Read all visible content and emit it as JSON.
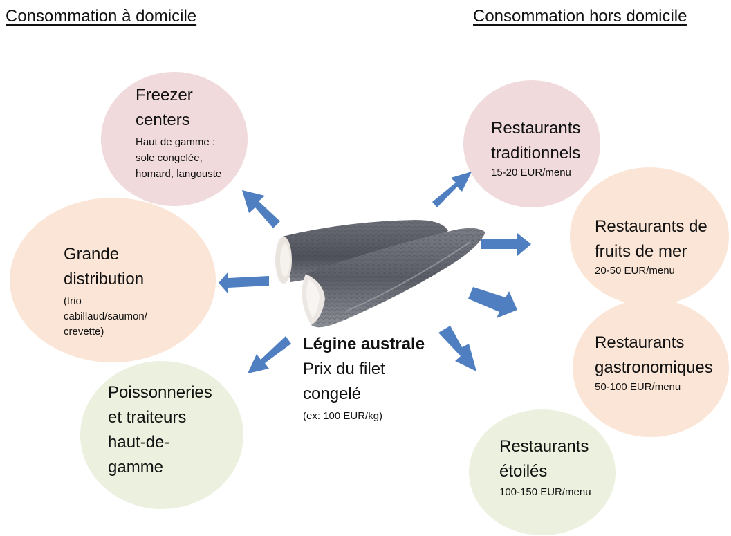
{
  "headers": {
    "left": "Consommation à domicile",
    "right": "Consommation hors domicile"
  },
  "center": {
    "title": "Légine australe",
    "line1": "Prix du filet",
    "line2": "congelé",
    "example": "(ex: 100 EUR/kg)"
  },
  "nodes": {
    "freezer": {
      "title1": "Freezer",
      "title2": "centers",
      "sub1": "Haut de gamme :",
      "sub2": "sole congelée,",
      "sub3": "homard, langouste"
    },
    "grande": {
      "title1": "Grande",
      "title2": "distribution",
      "sub1": "(trio",
      "sub2": "cabillaud/saumon/",
      "sub3": "crevette)"
    },
    "poisson": {
      "line1": "Poissonneries",
      "line2": "et traiteurs",
      "line3": "haut-de-",
      "line4": "gamme"
    },
    "trad": {
      "title1": "Restaurants",
      "title2": "traditionnels",
      "price": "15-20 EUR/menu"
    },
    "fruits": {
      "title1": "Restaurants de",
      "title2": "fruits de mer",
      "price": "20-50 EUR/menu"
    },
    "gastro": {
      "title1": "Restaurants",
      "title2": "gastronomiques",
      "price": "50-100 EUR/menu"
    },
    "etoiles": {
      "title1": "Restaurants",
      "title2": "étoilés",
      "price": "100-150 EUR/menu"
    }
  },
  "colors": {
    "pink": "#f0dadc",
    "peach": "#fbe5d6",
    "green": "#ebf1de",
    "arrow": "#4f7fc1"
  }
}
